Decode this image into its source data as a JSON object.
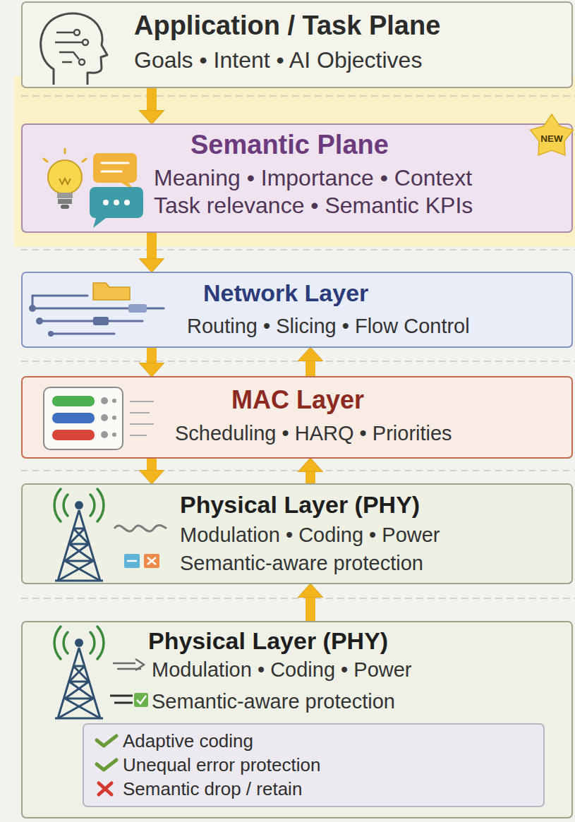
{
  "diagram": {
    "nodes": [
      {
        "text": [
          "Application / Task Plane",
          "Goals • Intent • AI Objectives"
        ]
      },
      {
        "text": [
          "Semantic Plane",
          "Meaning • Importance • Context Task relevance • Semantic KPIs"
        ]
      },
      {
        "text": [
          "NEW"
        ],
        "in": 1
      },
      {
        "text": [
          "Network Layer",
          "Routing • Slicing • Flow Control"
        ]
      },
      {
        "text": [
          "MAC Layer",
          "Scheduling • HARQ • Priorities"
        ]
      },
      {
        "text": [
          "Physical Layer (PHY)",
          "Modulation • Coding • Power",
          "Semantic-aware protection"
        ]
      },
      {
        "text": [
          "Physical Layer (PHY)",
          "Modulation • Coding • Power",
          "Semantic-aware protection"
        ]
      },
      {
        "text": [
          "Adaptive coding",
          "Unequal error protection",
          "Semantic drop / retain"
        ],
        "in": 6
      }
    ],
    "edges": [
      {
        "from": 0,
        "to": 1,
        "arrow": "to"
      },
      {
        "from": 1,
        "to": 3,
        "arrow": "to"
      },
      {
        "from": 3,
        "to": 4,
        "arrow": "to"
      },
      {
        "from": 4,
        "to": 3,
        "arrow": "to"
      },
      {
        "from": 4,
        "to": 5,
        "arrow": "to"
      },
      {
        "from": 5,
        "to": 4,
        "arrow": "to"
      },
      {
        "from": 6,
        "to": 5,
        "arrow": "to"
      }
    ]
  }
}
